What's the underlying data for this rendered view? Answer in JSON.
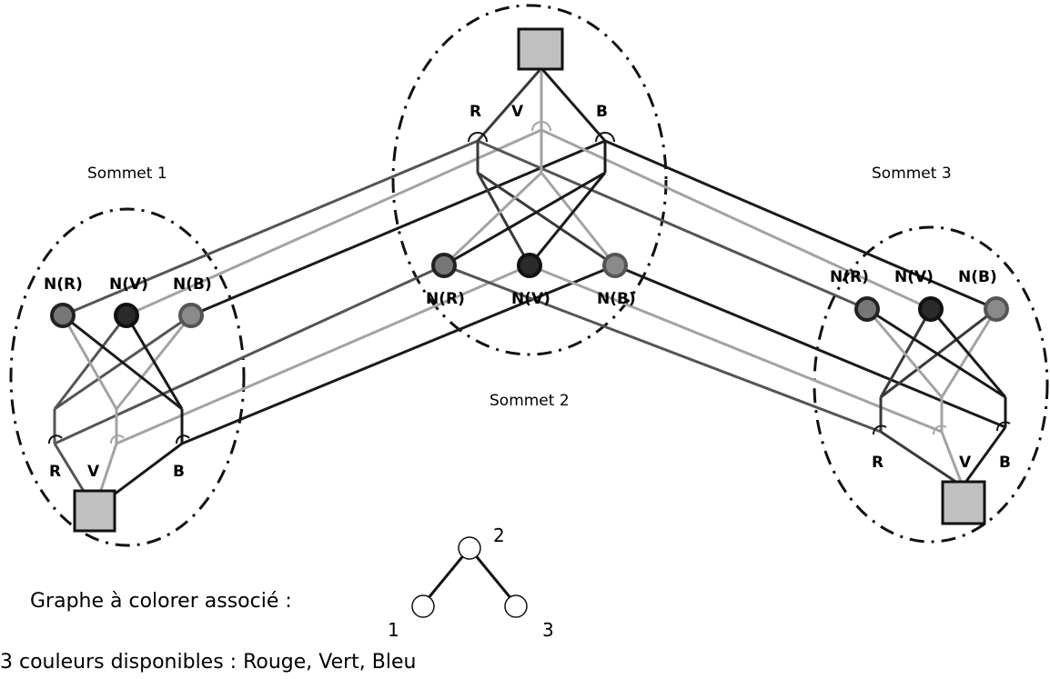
{
  "vertices": [
    {
      "caption": "Sommet 1",
      "color_labels": [
        "R",
        "V",
        "B"
      ],
      "neighbor_labels": [
        "N(R)",
        "N(V)",
        "N(B)"
      ]
    },
    {
      "caption": "Sommet 2",
      "color_labels": [
        "R",
        "V",
        "B"
      ],
      "neighbor_labels": [
        "N(R)",
        "N(V)",
        "N(B)"
      ]
    },
    {
      "caption": "Sommet 3",
      "color_labels": [
        "R",
        "V",
        "B"
      ],
      "neighbor_labels": [
        "N(R)",
        "N(V)",
        "N(B)"
      ]
    }
  ],
  "colors": {
    "R": "#3a3a3a",
    "V": "#a0a0a0",
    "B": "#111111",
    "link_R": "#555555",
    "link_V": "#a3a3a3",
    "link_B": "#1a1a1a",
    "square_fill": "#c0c0c0",
    "nodeR_fill": "#777777",
    "nodeV_fill": "#2a2a2a",
    "nodeB_fill": "#8a8a8a"
  },
  "small_graph": {
    "caption": "Graphe à colorer associé :",
    "nodes": [
      "1",
      "2",
      "3"
    ]
  },
  "footer": "3 couleurs disponibles : Rouge, Vert, Bleu"
}
